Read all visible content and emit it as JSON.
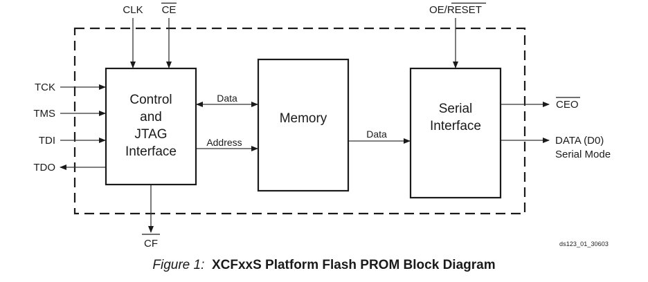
{
  "figure": {
    "number_label": "Figure 1:",
    "title": "XCFxxS Platform Flash PROM Block Diagram",
    "reference_id": "ds123_01_30603"
  },
  "blocks": {
    "control": {
      "lines": [
        "Control",
        "and",
        "JTAG",
        "Interface"
      ]
    },
    "memory": {
      "lines": [
        "Memory"
      ]
    },
    "serial": {
      "lines": [
        "Serial",
        "Interface"
      ]
    }
  },
  "signals": {
    "clk": {
      "label": "CLK",
      "direction": "in",
      "active_low": false
    },
    "ce": {
      "label": "CE",
      "direction": "in",
      "active_low": true
    },
    "oe_reset": {
      "label_prefix": "OE/",
      "label_overlined": "RESET",
      "direction": "in"
    },
    "tck": {
      "label": "TCK",
      "direction": "in"
    },
    "tms": {
      "label": "TMS",
      "direction": "in"
    },
    "tdi": {
      "label": "TDI",
      "direction": "in"
    },
    "tdo": {
      "label": "TDO",
      "direction": "out"
    },
    "cf": {
      "label": "CF",
      "direction": "out",
      "active_low": true
    },
    "ceo": {
      "label": "CEO",
      "direction": "out",
      "active_low": true
    },
    "data_out": {
      "label": "DATA (D0)",
      "sublabel": "Serial Mode",
      "direction": "out"
    }
  },
  "buses": {
    "ctrl_mem_data": {
      "label": "Data",
      "direction": "bidirectional"
    },
    "ctrl_mem_address": {
      "label": "Address",
      "direction": "control-to-memory"
    },
    "mem_serial_data": {
      "label": "Data",
      "direction": "memory-to-serial"
    }
  }
}
